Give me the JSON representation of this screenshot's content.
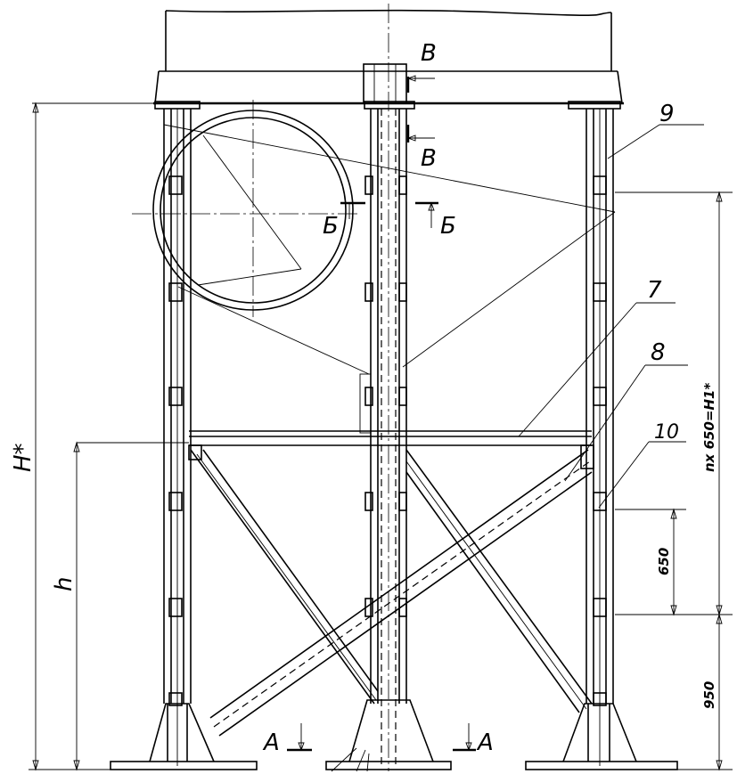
{
  "labels": {
    "section_v_top": "В",
    "section_v_bottom": "В",
    "section_b_left": "Б",
    "section_b_right": "Б",
    "section_a_left": "А",
    "section_a_right": "А",
    "leader_9": "9",
    "leader_7": "7",
    "leader_8": "8",
    "leader_10": "10"
  },
  "dimensions": {
    "total_height": "H*",
    "brace_height": "h",
    "pitch_total": "nх 650=H1*",
    "pitch": "650",
    "base_offset": "950"
  }
}
